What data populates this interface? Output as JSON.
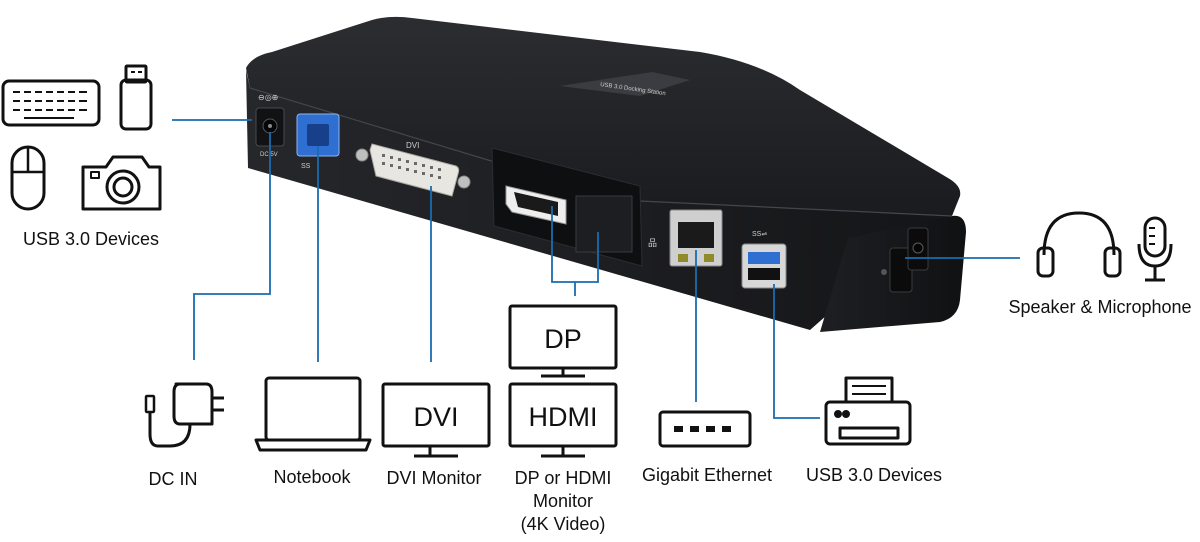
{
  "labels": {
    "usb_devices_left": "USB 3.0 Devices",
    "speaker_mic": "Speaker & Microphone",
    "dc_in": "DC IN",
    "notebook": "Notebook",
    "dvi_monitor": "DVI Monitor",
    "dp_hdmi_line1": "DP or HDMI",
    "dp_hdmi_line2": "Monitor",
    "dp_hdmi_line3": "(4K Video)",
    "gigabit": "Gigabit Ethernet",
    "usb_devices_right": "USB 3.0 Devices"
  },
  "monitors": {
    "dvi": "DVI",
    "dp": "DP",
    "hdmi": "HDMI"
  },
  "device": {
    "dvi_port_label": "DVI",
    "dc_label": "DC 5V",
    "usb_symbol": "SS"
  },
  "colors": {
    "connector_line": "#1a6cb0",
    "dock_body": "#1b1c1f",
    "usb_port_blue": "#2f6fd1",
    "icon_stroke": "#111111"
  },
  "icons": [
    "keyboard-icon",
    "usb-flash-drive-icon",
    "mouse-icon",
    "camera-icon",
    "headphones-icon",
    "microphone-icon",
    "power-adapter-icon",
    "laptop-icon",
    "monitor-icon",
    "ethernet-switch-icon",
    "printer-icon"
  ]
}
